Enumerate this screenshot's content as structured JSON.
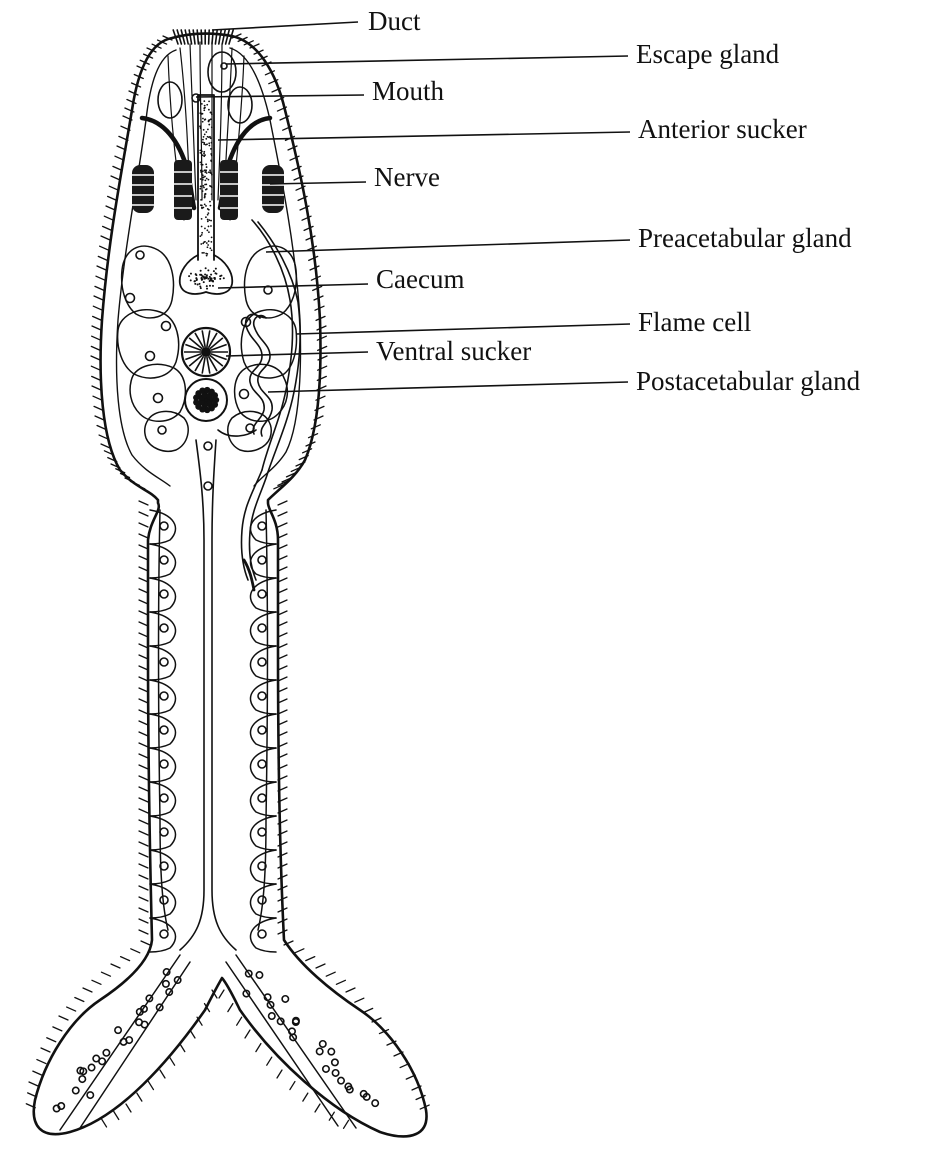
{
  "labels": {
    "duct": "Duct",
    "escape_gland": "Escape gland",
    "mouth": "Mouth",
    "anterior_sucker": "Anterior sucker",
    "nerve": "Nerve",
    "preacetabular_gland": "Preacetabular gland",
    "caecum": "Caecum",
    "flame_cell": "Flame cell",
    "ventral_sucker": "Ventral sucker",
    "postacetabular_gland": "Postacetabular gland"
  }
}
